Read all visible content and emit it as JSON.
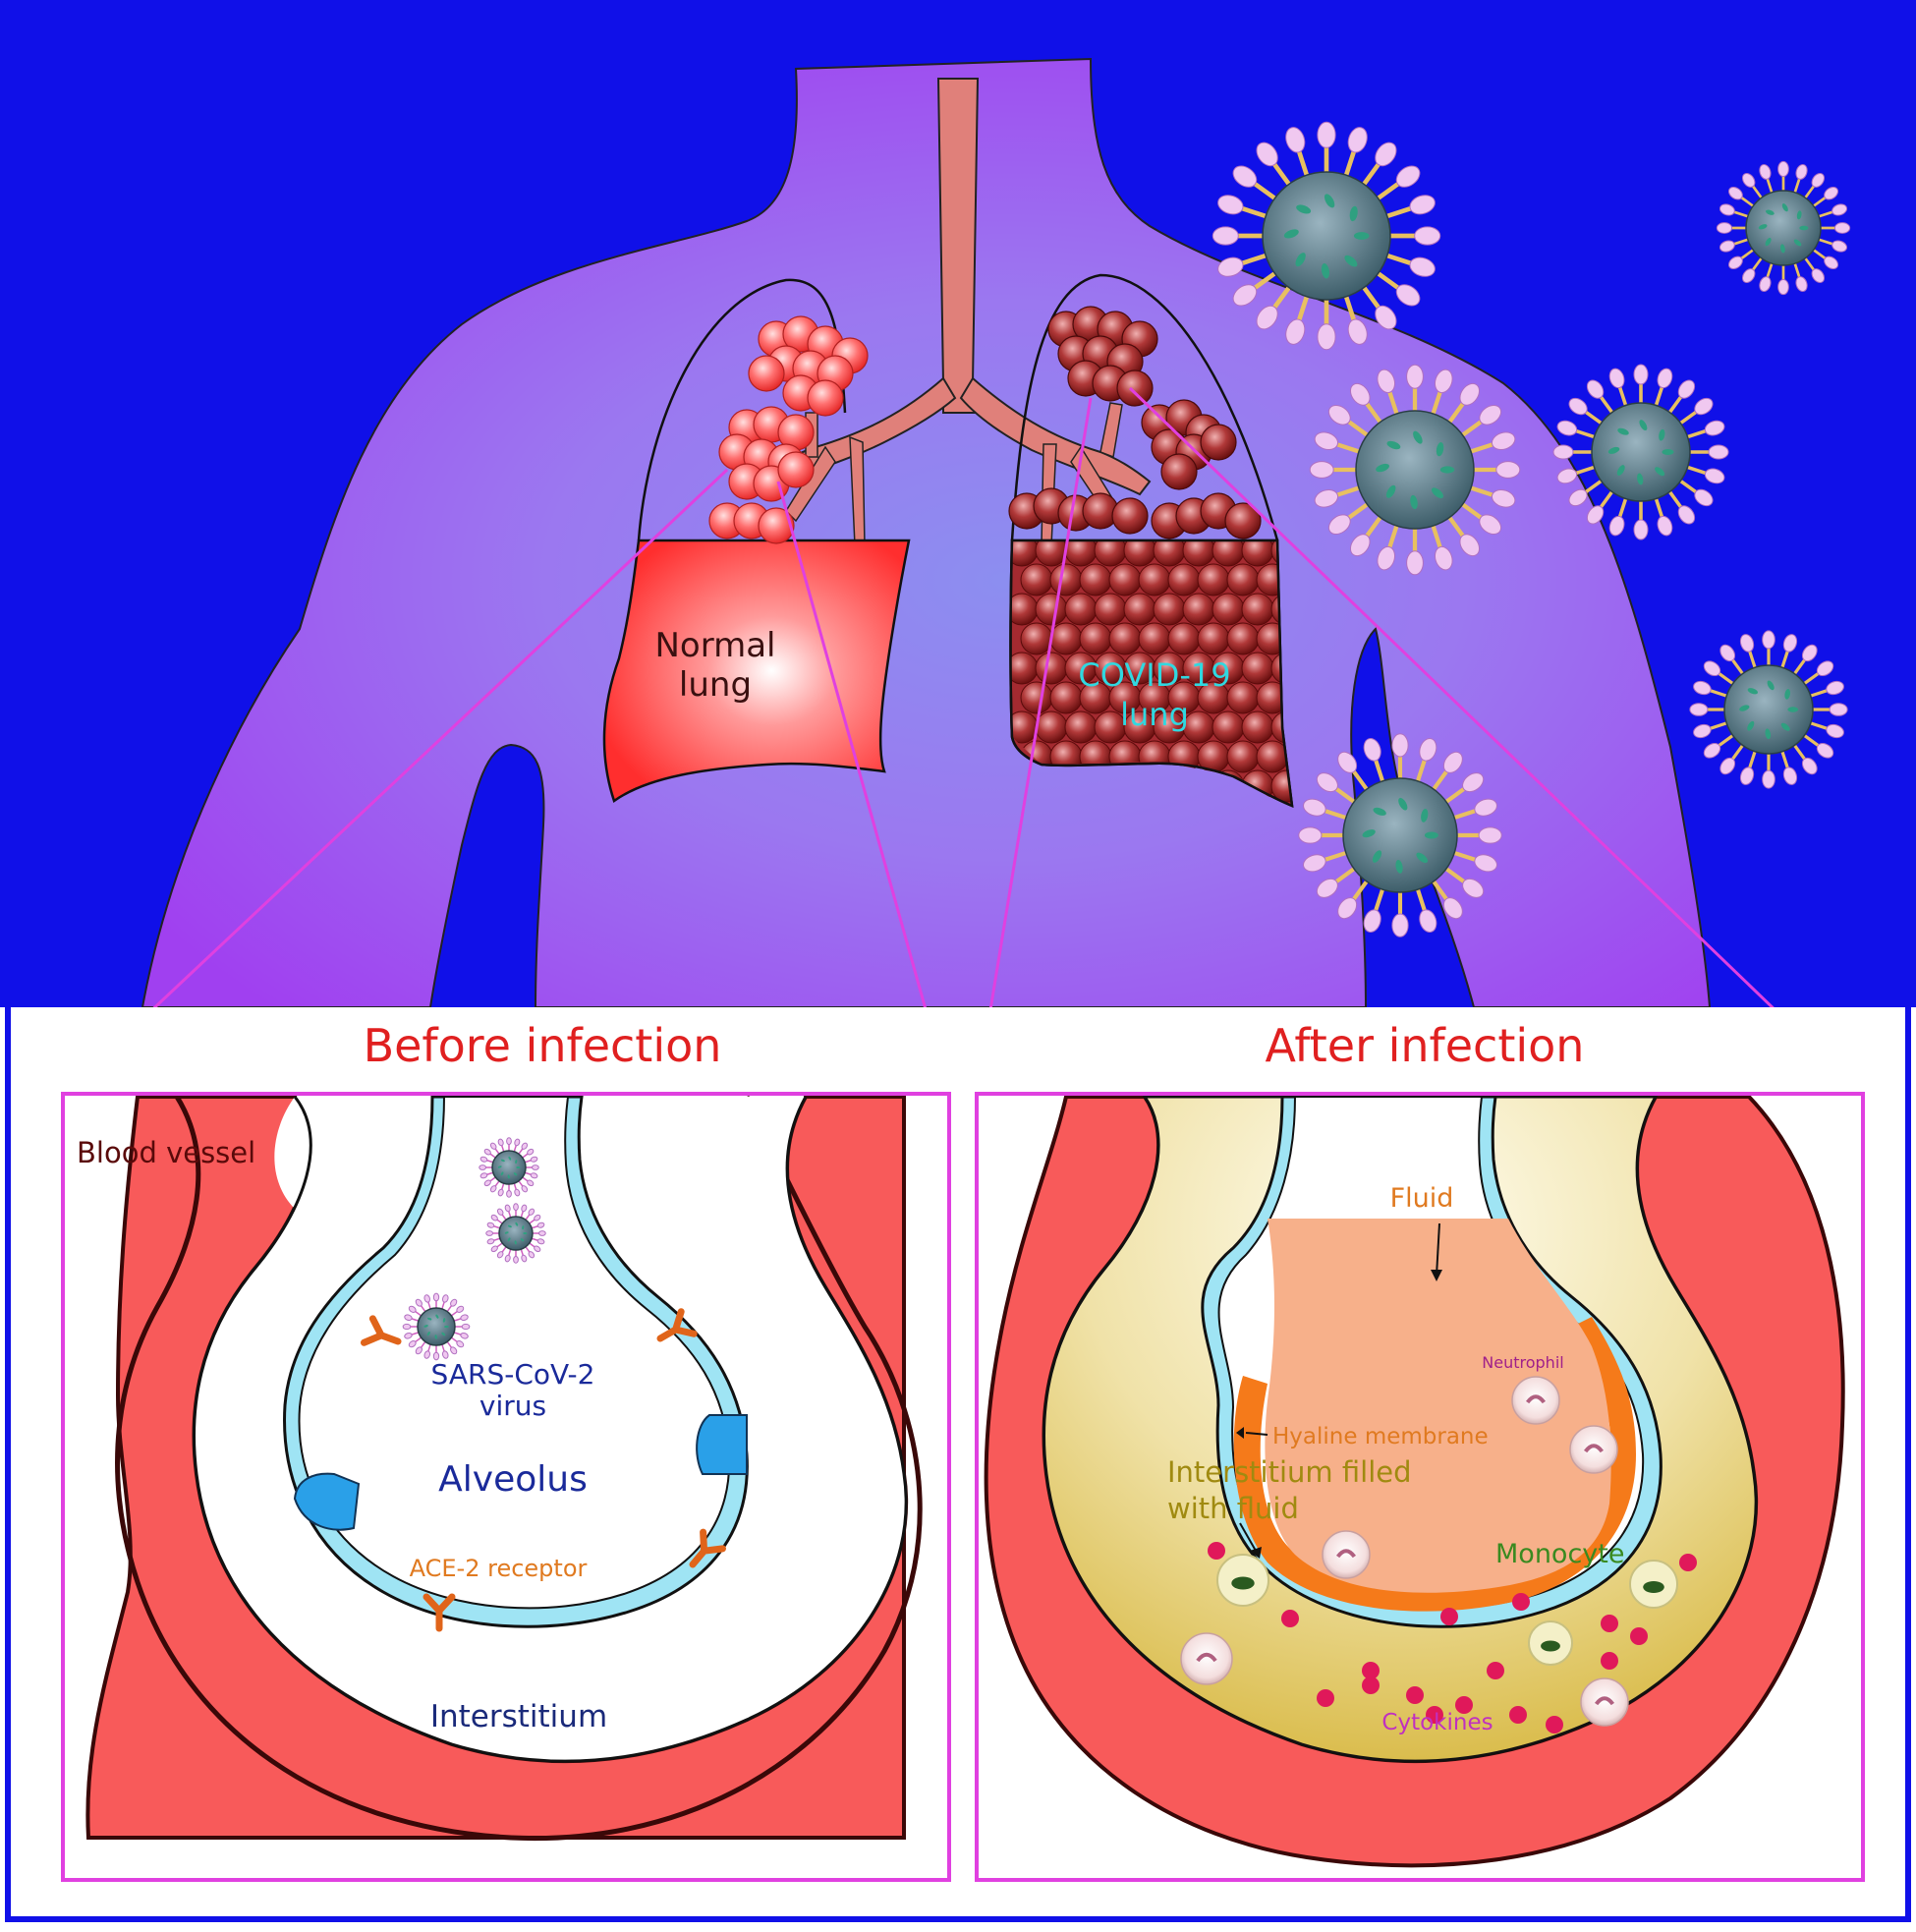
{
  "figure": {
    "top": {
      "normal_lung_label": [
        "Normal",
        "lung"
      ],
      "covid_lung_label": [
        "COVID-19",
        "lung"
      ]
    },
    "before": {
      "title": "Before infection",
      "blood_vessel": "Blood vessel",
      "virus_label": [
        "SARS-CoV-2",
        "virus"
      ],
      "alveolus": "Alveolus",
      "receptor": "ACE-2 receptor",
      "interstitium": "Interstitium"
    },
    "after": {
      "title": "After infection",
      "fluid": "Fluid",
      "neutrophil": "Neutrophil",
      "hyaline": "Hyaline membrane",
      "interstitium_filled": [
        "Interstitium filled",
        "with fluid"
      ],
      "monocyte": "Monocyte",
      "cytokines": "Cytokines"
    },
    "colors": {
      "background_blue": "#1010e8",
      "body_purple": "#9a50f0",
      "normal_lung_red": "#ff3a3a",
      "covid_lung_dark_red": "#a42a30",
      "vessel_red": "#f85a5a",
      "frame_magenta": "#e040e0",
      "title_red": "#e02020",
      "fluid_orange": "#f7b08a",
      "virus_grey": "#4e6e7a"
    }
  }
}
